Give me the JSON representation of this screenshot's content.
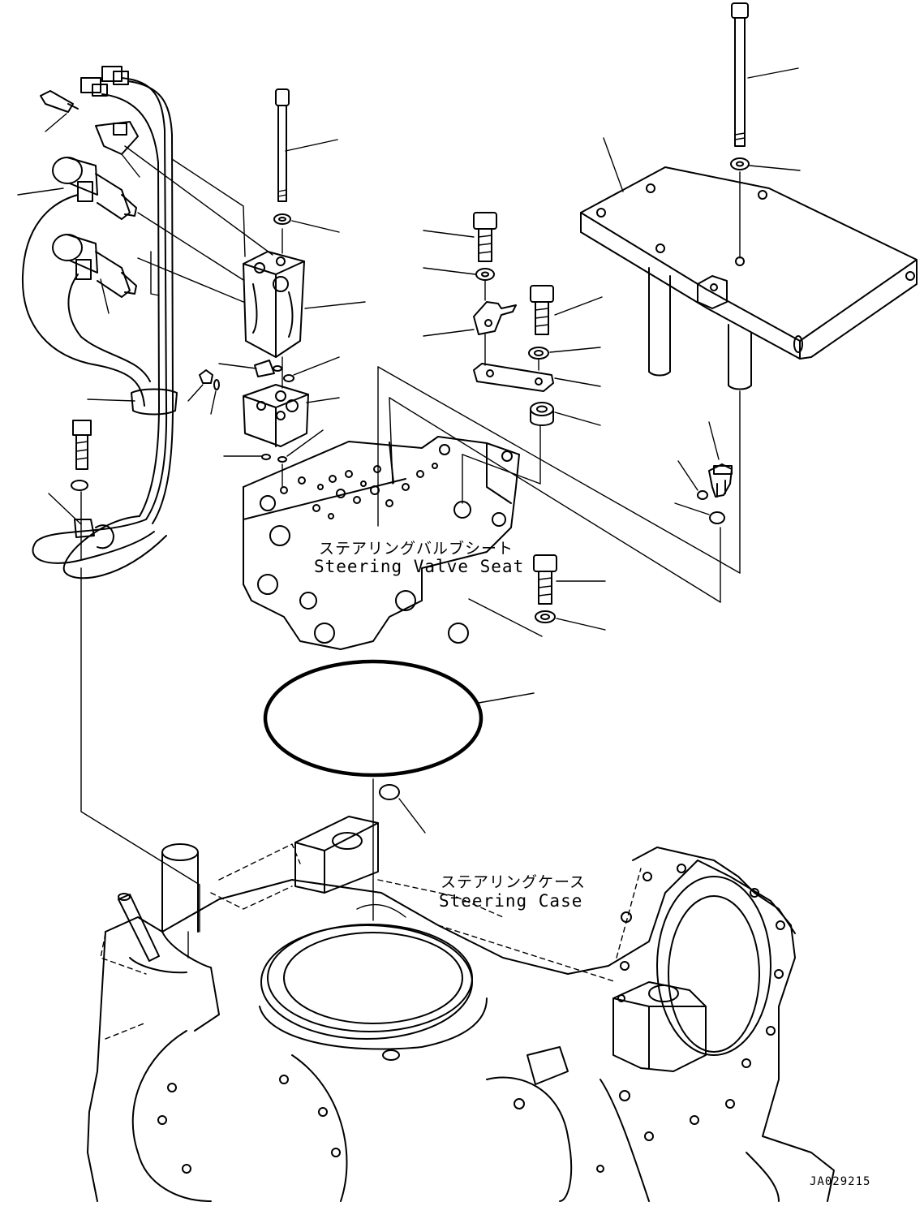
{
  "labels": {
    "valve_seat_jp": "ステアリングバルブシート",
    "valve_seat_en": "Steering Valve Seat",
    "case_jp": "ステアリングケース",
    "case_en": "Steering Case",
    "drawing_code": "JA029215"
  },
  "colors": {
    "line": "#000000",
    "background": "#ffffff"
  }
}
